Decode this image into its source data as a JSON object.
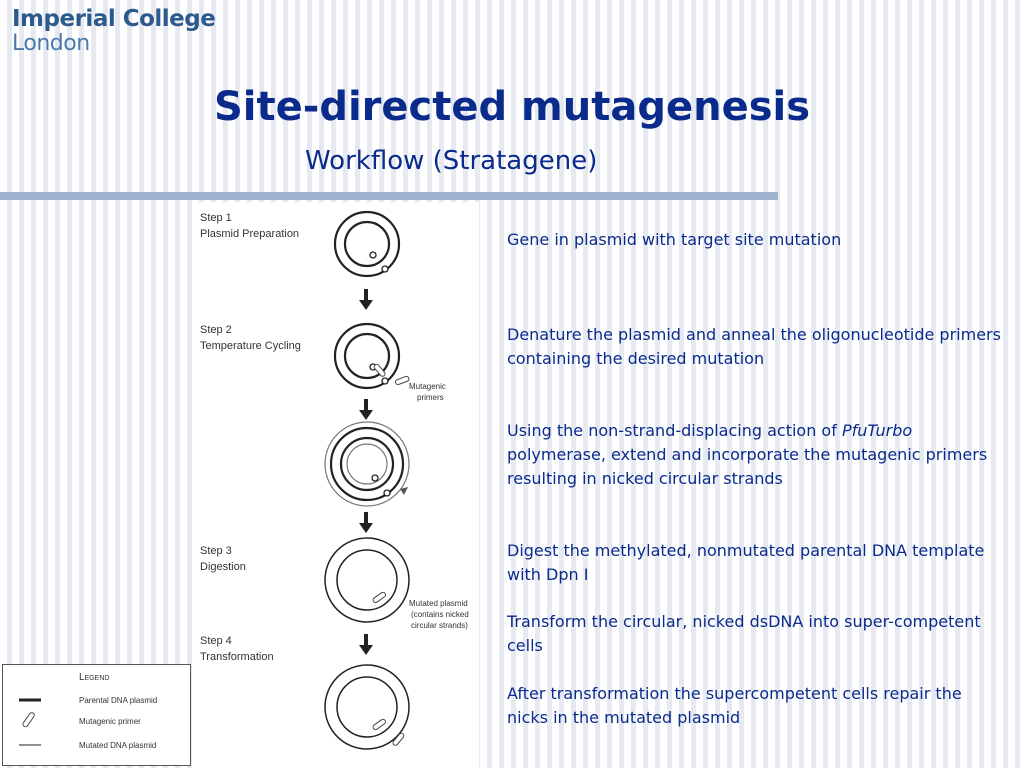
{
  "logo": {
    "line1": "Imperial College",
    "line2": "London"
  },
  "title": "Site-directed mutagenesis",
  "subtitle": "Workflow (Stratagene)",
  "figure": {
    "step1": {
      "label": "Step 1",
      "name": "Plasmid Preparation"
    },
    "step2": {
      "label": "Step 2",
      "name": "Temperature Cycling"
    },
    "step3": {
      "label": "Step 3",
      "name": "Digestion"
    },
    "step4": {
      "label": "Step 4",
      "name": "Transformation"
    },
    "mutagenic_primers_label": [
      "Mutagenic",
      "primers"
    ],
    "mutated_plasmid_label": [
      "Mutated plasmid",
      "(contains nicked",
      "circular strands)"
    ]
  },
  "legend": {
    "title": "Legend",
    "items": [
      "Parental DNA plasmid",
      "Mutagenic primer",
      "Mutated DNA plasmid"
    ]
  },
  "descriptions": {
    "d1": "Gene in plasmid with target site mutation",
    "d2": "Denature the plasmid and anneal the oligonucleotide primers containing the desired mutation",
    "d3_pre": "Using the non-strand-displacing action of ",
    "d3_em": "PfuTurbo",
    "d3_post": " polymerase, extend and incorporate the mutagenic primers resulting in nicked circular strands",
    "d4": "Digest the methylated, nonmutated parental DNA template with Dpn I",
    "d5": "Transform the circular, nicked dsDNA into super-competent cells",
    "d6": "After transformation the supercompetent cells repair the nicks in the mutated plasmid"
  }
}
